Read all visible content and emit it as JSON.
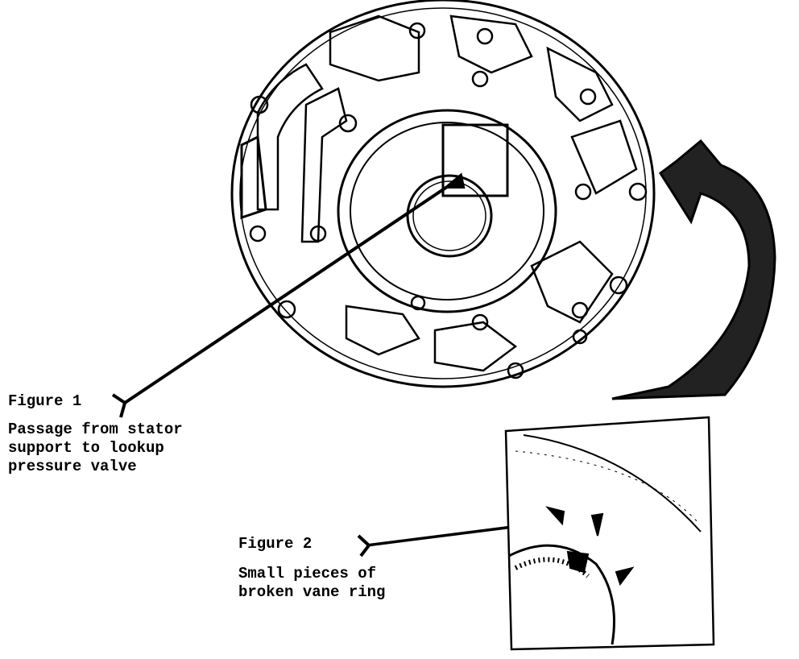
{
  "figure1": {
    "title": "Figure 1",
    "caption_lines": [
      "Passage from stator",
      "support to lookup",
      "pressure valve"
    ]
  },
  "figure2": {
    "title": "Figure 2",
    "caption_lines": [
      "Small pieces of",
      "broken vane ring"
    ]
  },
  "colors": {
    "ink": "#000000",
    "paper": "#ffffff"
  }
}
